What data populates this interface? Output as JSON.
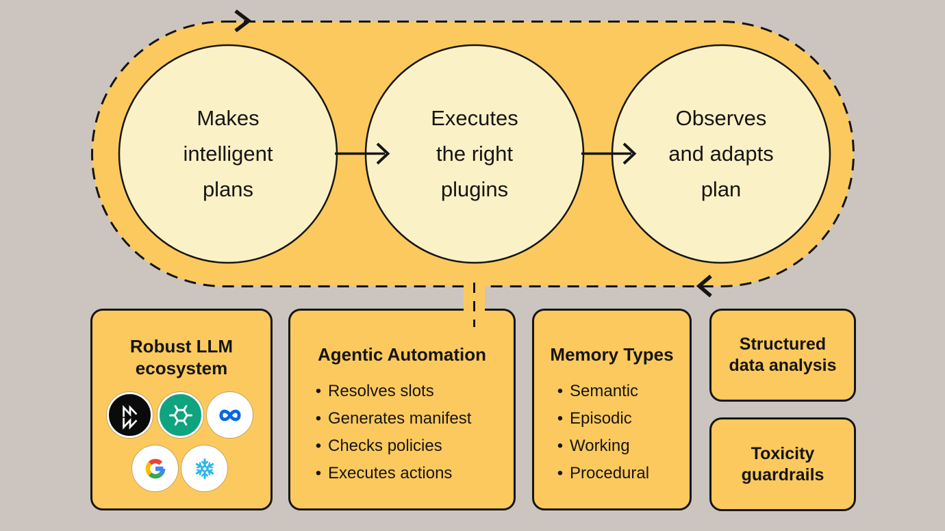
{
  "colors": {
    "background": "#CCC5BF",
    "panel_yellow": "#FBC95E",
    "circle_cream": "#FAF1C6",
    "line_black": "#151515",
    "moveworks_black": "#0B0B0B",
    "openai_green": "#10A37F",
    "meta_blue": "#0668E1",
    "snowflake_blue": "#29B5E8",
    "google_blue": "#4285F4",
    "google_red": "#EA4335",
    "google_yellow": "#FBBC05",
    "google_green": "#34A853"
  },
  "loop": {
    "steps": [
      {
        "label": "Makes\nintelligent\nplans"
      },
      {
        "label": "Executes\nthe right\nplugins"
      },
      {
        "label": "Observes\nand adapts\nplan"
      }
    ]
  },
  "cards": {
    "ecosystem": {
      "title": "Robust LLM\necosystem",
      "logos": [
        "moveworks",
        "openai",
        "meta",
        "google",
        "snowflake"
      ]
    },
    "agentic": {
      "title": "Agentic Automation",
      "items": [
        "Resolves slots",
        "Generates manifest",
        "Checks policies",
        "Executes actions"
      ]
    },
    "memory": {
      "title": "Memory Types",
      "items": [
        "Semantic",
        "Episodic",
        "Working",
        "Procedural"
      ]
    },
    "structured": {
      "title": "Structured\ndata analysis"
    },
    "toxicity": {
      "title": "Toxicity\nguardrails"
    }
  }
}
